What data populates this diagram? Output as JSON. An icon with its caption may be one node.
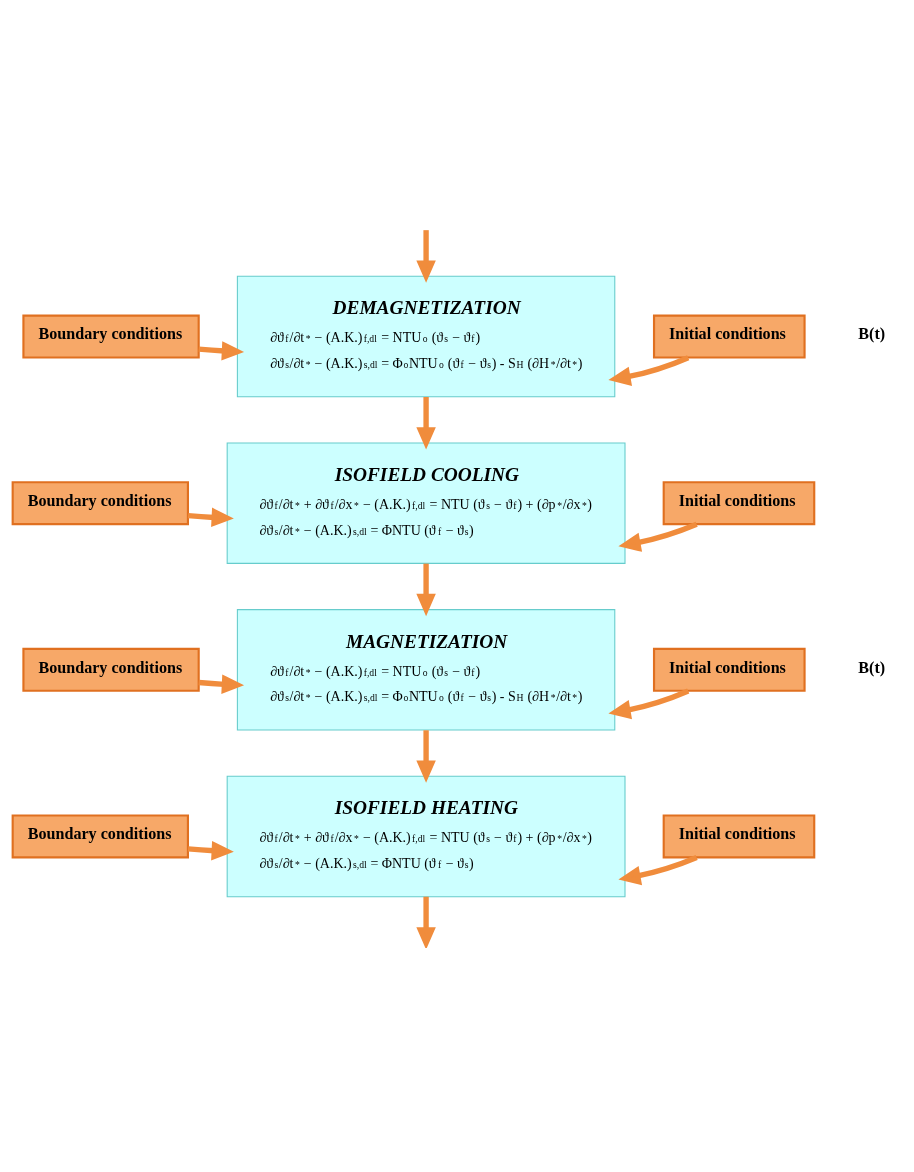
{
  "diagram": {
    "nodes": [
      {
        "text": [
          "Boundary conditions"
        ]
      },
      {
        "text": [
          "DEMAGNETIZATION",
          "∂ϑ$_{f}$/∂t$^{*}$ − (A.K.)$_{f,dl}$ = NTU$^{o}$ (ϑ$_{s}$ − ϑ$_{f}$)",
          "∂ϑ$_{s}$/∂t$^{*}$ − (A.K.)$_{s,dl}$ = Φ$^{o}$NTU$^{o}$ (ϑ$_{f}$ − ϑ$_{s}$) - S$_{H}$ (∂H$^{*}$/∂t$^{*}$)"
        ]
      },
      {
        "text": [
          "Initial conditions"
        ]
      },
      {
        "text": [
          "Boundary conditions"
        ]
      },
      {
        "text": [
          "ISOFIELD COOLING",
          "∂ϑ$_{f}$/∂t$^{*}$ + ∂ϑ$_{f}$/∂x$^{*}$ − (A.K.)$_{f,dl}$ = NTU (ϑ$_{s}$ − ϑ$_{f}$) + (∂p$^{*}$/∂x$^{*}$)",
          "∂ϑ$_{s}$/∂t$^{*}$ − (A.K.)$_{s,dl}$ = ΦNTU (ϑ$_{f}$ − ϑ$_{s}$)"
        ]
      },
      {
        "text": [
          "Initial conditions"
        ]
      },
      {
        "text": [
          "Boundary conditions"
        ]
      },
      {
        "text": [
          "MAGNETIZATION",
          "∂ϑ$_{f}$/∂t$^{*}$ − (A.K.)$_{f,dl}$ = NTU$^{o}$ (ϑ$_{s}$ − ϑ$_{f}$)",
          "∂ϑ$_{s}$/∂t$^{*}$ − (A.K.)$_{s,dl}$ = Φ$^{o}$NTU$^{o}$ (ϑ$_{f}$ − ϑ$_{s}$) - S$_{H}$ (∂H$^{*}$/∂t$^{*}$)"
        ]
      },
      {
        "text": [
          "Initial conditions"
        ]
      },
      {
        "text": [
          "Boundary conditions"
        ]
      },
      {
        "text": [
          "ISOFIELD HEATING",
          "∂ϑ$_{f}$/∂t$^{*}$ + ∂ϑ$_{f}$/∂x$^{*}$ − (A.K.)$_{f,dl}$ = NTU (ϑ$_{s}$ − ϑ$_{f}$) + (∂p$^{*}$/∂x$^{*}$)",
          "∂ϑ$_{s}$/∂t$^{*}$ − (A.K.)$_{s,dl}$ = ΦNTU (ϑ$_{f}$ − ϑ$_{s}$)"
        ]
      },
      {
        "text": [
          "Initial conditions"
        ]
      }
    ],
    "edges": [
      {
        "from": null,
        "to": 1,
        "arrow": "to"
      },
      {
        "from": 0,
        "to": 1,
        "arrow": "to"
      },
      {
        "from": 2,
        "to": 1,
        "arrow": "to"
      },
      {
        "from": 1,
        "to": 4,
        "arrow": "to"
      },
      {
        "from": 3,
        "to": 4,
        "arrow": "to"
      },
      {
        "from": 5,
        "to": 4,
        "arrow": "to"
      },
      {
        "from": 4,
        "to": 7,
        "arrow": "to"
      },
      {
        "from": 6,
        "to": 7,
        "arrow": "to"
      },
      {
        "from": 8,
        "to": 7,
        "arrow": "to"
      },
      {
        "from": 7,
        "to": 10,
        "arrow": "to"
      },
      {
        "from": 9,
        "to": 10,
        "arrow": "to"
      },
      {
        "from": 11,
        "to": 10,
        "arrow": "to"
      },
      {
        "from": 10,
        "to": null,
        "arrow": "to"
      }
    ],
    "labels": [
      "B(t)",
      "B(t)"
    ]
  }
}
